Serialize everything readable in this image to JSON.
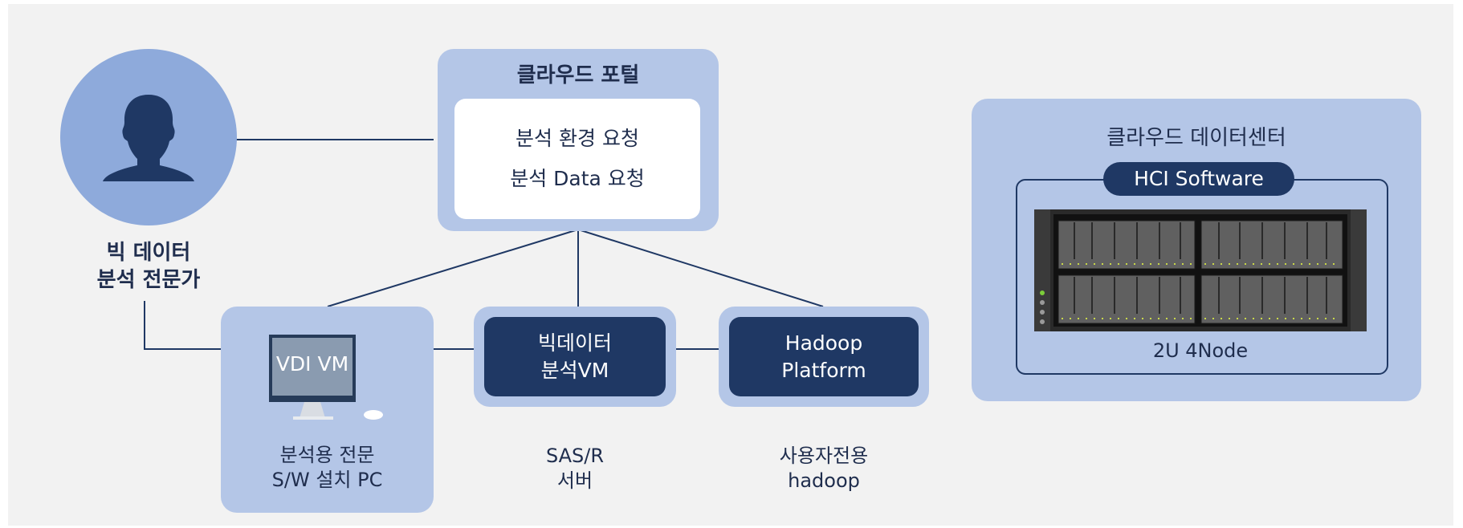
{
  "analyst": {
    "icon": "user-silhouette-icon",
    "label_line1": "빅 데이터",
    "label_line2": "분석 전문가"
  },
  "portal": {
    "title": "클라우드 포털",
    "request_environment": "분석 환경 요청",
    "request_data": "분석 Data 요청"
  },
  "vdi": {
    "monitor_text": "VDI VM",
    "caption_line1": "분석용 전문",
    "caption_line2": "S/W 설치 PC"
  },
  "bigdata_vm": {
    "label_line1": "빅데이터",
    "label_line2": "분석VM",
    "caption_line1": "SAS/R",
    "caption_line2": "서버"
  },
  "hadoop": {
    "label_line1": "Hadoop",
    "label_line2": "Platform",
    "caption_line1": "사용자전용",
    "caption_line2": "hadoop"
  },
  "datacenter": {
    "title": "클라우드 데이터센터",
    "hci_label": "HCI Software",
    "server_caption": "2U 4Node"
  },
  "colors": {
    "light_panel": "#b4c6e7",
    "dark_navy": "#1f3864",
    "connector": "#1f3864",
    "background": "#f2f2f2"
  }
}
